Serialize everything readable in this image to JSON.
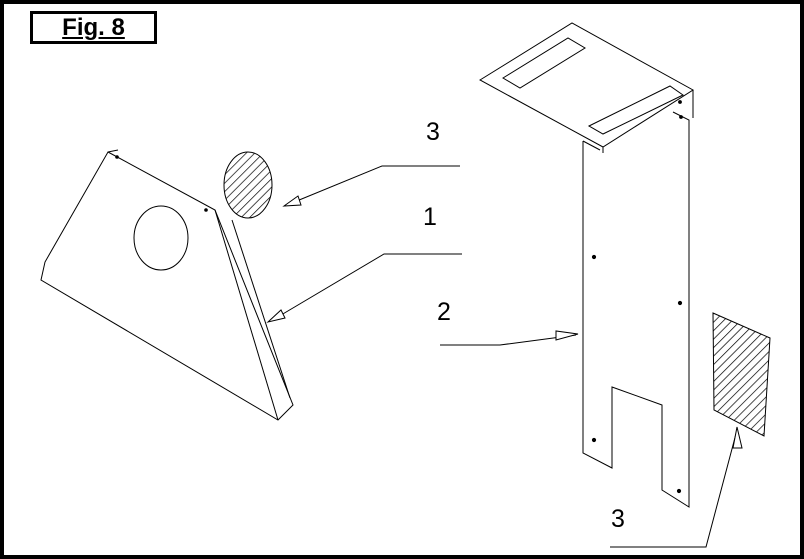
{
  "figure": {
    "label": "Fig. 8"
  },
  "callouts": [
    {
      "id": "callout-3-top",
      "number": "3"
    },
    {
      "id": "callout-1",
      "number": "1"
    },
    {
      "id": "callout-2",
      "number": "2"
    },
    {
      "id": "callout-3-bottom",
      "number": "3"
    }
  ],
  "colors": {
    "line": "#000000",
    "background": "#ffffff"
  }
}
